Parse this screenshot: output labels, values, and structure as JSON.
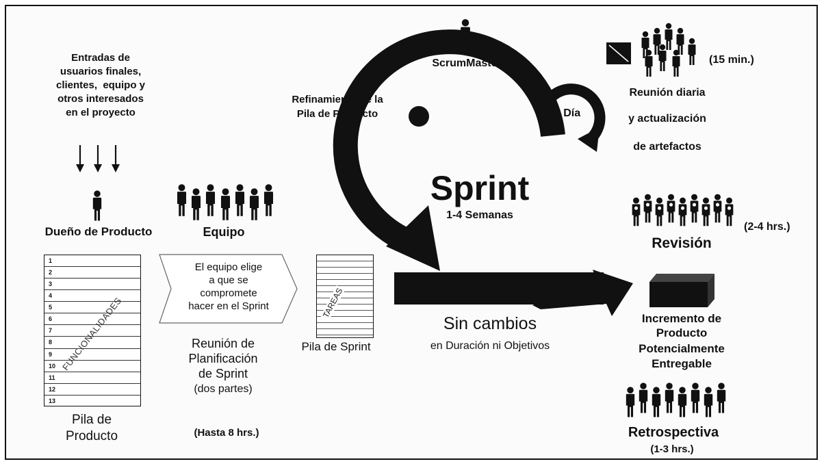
{
  "inputs": {
    "lines": [
      "Entradas de",
      "usuarios finales,",
      "clientes,  equipo y",
      "otros interesados",
      "en el proyecto"
    ]
  },
  "roles": {
    "product_owner": "Dueño de Producto",
    "team": "Equipo",
    "scrum_master": "ScrumMaster"
  },
  "product_backlog": {
    "items": [
      "1",
      "2",
      "3",
      "4",
      "5",
      "6",
      "7",
      "8",
      "9",
      "10",
      "11",
      "12",
      "13"
    ],
    "watermark": "FUNCIONALIDADES",
    "caption_line1": "Pila de",
    "caption_line2": "Producto"
  },
  "planning": {
    "arrow_lines": [
      "El equipo elige",
      "a que se",
      "compromete",
      "hacer en el Sprint"
    ],
    "meeting_lines": [
      "Reunión de",
      "Planificación",
      "de Sprint",
      "(dos partes)"
    ],
    "duration": "(Hasta 8 hrs.)"
  },
  "sprint_backlog": {
    "watermark": "TAREAS",
    "caption": "Pila de Sprint"
  },
  "refinement": {
    "line1": "Refinamiento de la",
    "line2": "Pila de Producto"
  },
  "sprint": {
    "title": "Sprint",
    "duration": "1-4 Semanas",
    "no_change_title": "Sin cambios",
    "no_change_sub": "en Duración ni Objetivos"
  },
  "daily": {
    "cycle_label": "1 Día",
    "duration": "(15 min.)",
    "lines": [
      "Reunión diaria",
      "y actualización",
      "de artefactos"
    ]
  },
  "review": {
    "label": "Revisión",
    "duration": "(2-4 hrs.)"
  },
  "increment": {
    "lines": [
      "Incremento de",
      "Producto",
      "Potencialmente",
      "Entregable"
    ]
  },
  "retrospective": {
    "label": "Retrospectiva",
    "duration": "(1-3 hrs.)"
  },
  "colors": {
    "ink": "#111111",
    "background": "#fbfbfb"
  }
}
